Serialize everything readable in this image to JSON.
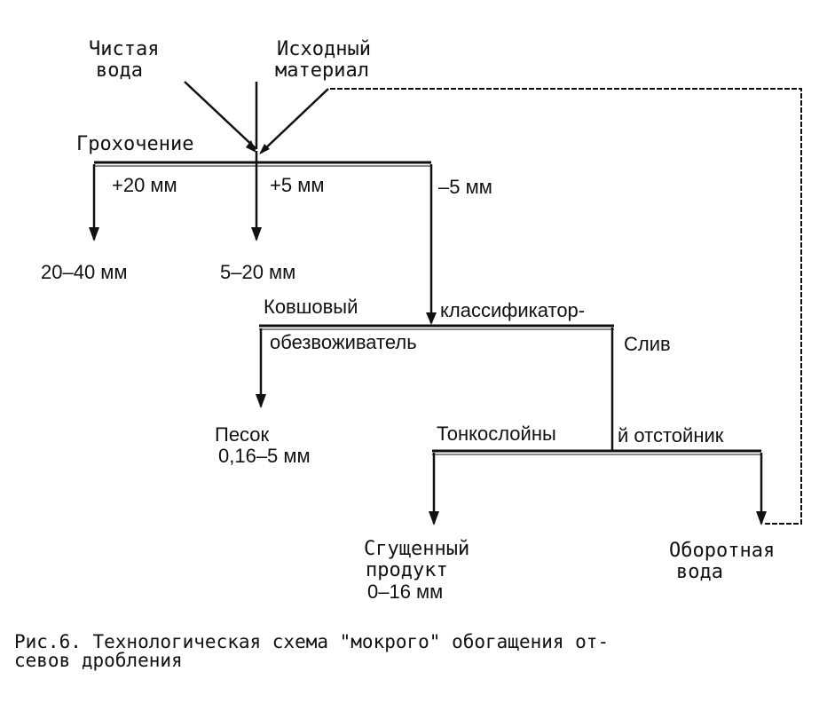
{
  "inputs": {
    "clean_water": [
      "Чистая",
      "вода"
    ],
    "source_material": [
      "Исходный",
      "материал"
    ]
  },
  "screening": {
    "title": "Грохочение",
    "fractions": [
      "+20 мм",
      "+5 мм",
      "–5 мм"
    ]
  },
  "screen_products": [
    "20–40 мм",
    "5–20 мм"
  ],
  "classifier": {
    "title_left": "Ковшовый",
    "title_right": "классификатор-",
    "title_line2": "обезвоживатель",
    "overflow": "Слив"
  },
  "sand": [
    "Песок",
    "0,16–5 мм"
  ],
  "settler": {
    "title_left": "Тонкослойны",
    "title_right": "й  отстойник"
  },
  "thickened": [
    "Сгущенный",
    "продукт",
    "0–16 мм"
  ],
  "recycled_water": [
    "Оборотная",
    "вода"
  ],
  "caption": [
    "Рис.6. Технологическая схема \"мокрого\" обогащения от-",
    "севов дробления"
  ]
}
